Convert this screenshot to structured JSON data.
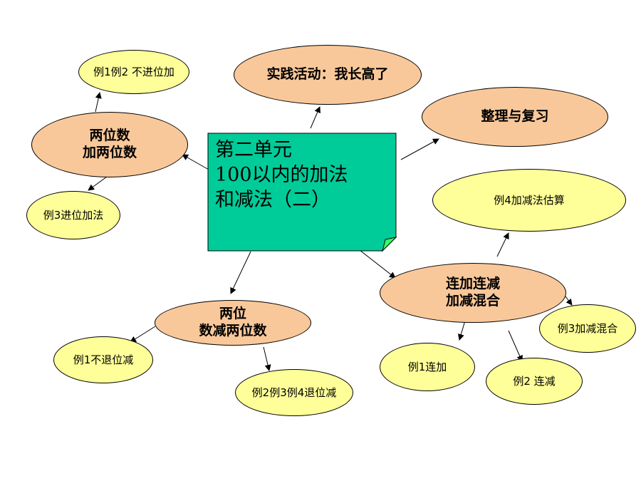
{
  "center": {
    "title": "第二单元\n100以内的加法\n和减法（二）",
    "fill": "#00cc99",
    "fold_fill": "#33ff66"
  },
  "nodes": {
    "practice": "实践活动：我长高了",
    "review": "整理与复习",
    "two_digit_add": "两位数\n加两位数",
    "example_1_2_no_carry": "例1例2 不进位加",
    "example_3_carry": "例3进位加法",
    "two_digit_subtract": "两位\n数减两位数",
    "example_1_no_borrow": "例1不退位减",
    "example_2_3_4_borrow": "例2例3例4退位减",
    "mixed_add_subtract": "连加连减\n加减混合",
    "example_4_estimation": "例4加减法估算",
    "example_3_mixed": "例3加减混合",
    "example_1_continuous_add": "例1连加",
    "example_2_continuous_subtract": "例2 连减"
  },
  "colors": {
    "orange_node": "#f9c89a",
    "yellow_node": "#ffff99",
    "center_box": "#00cc99"
  }
}
